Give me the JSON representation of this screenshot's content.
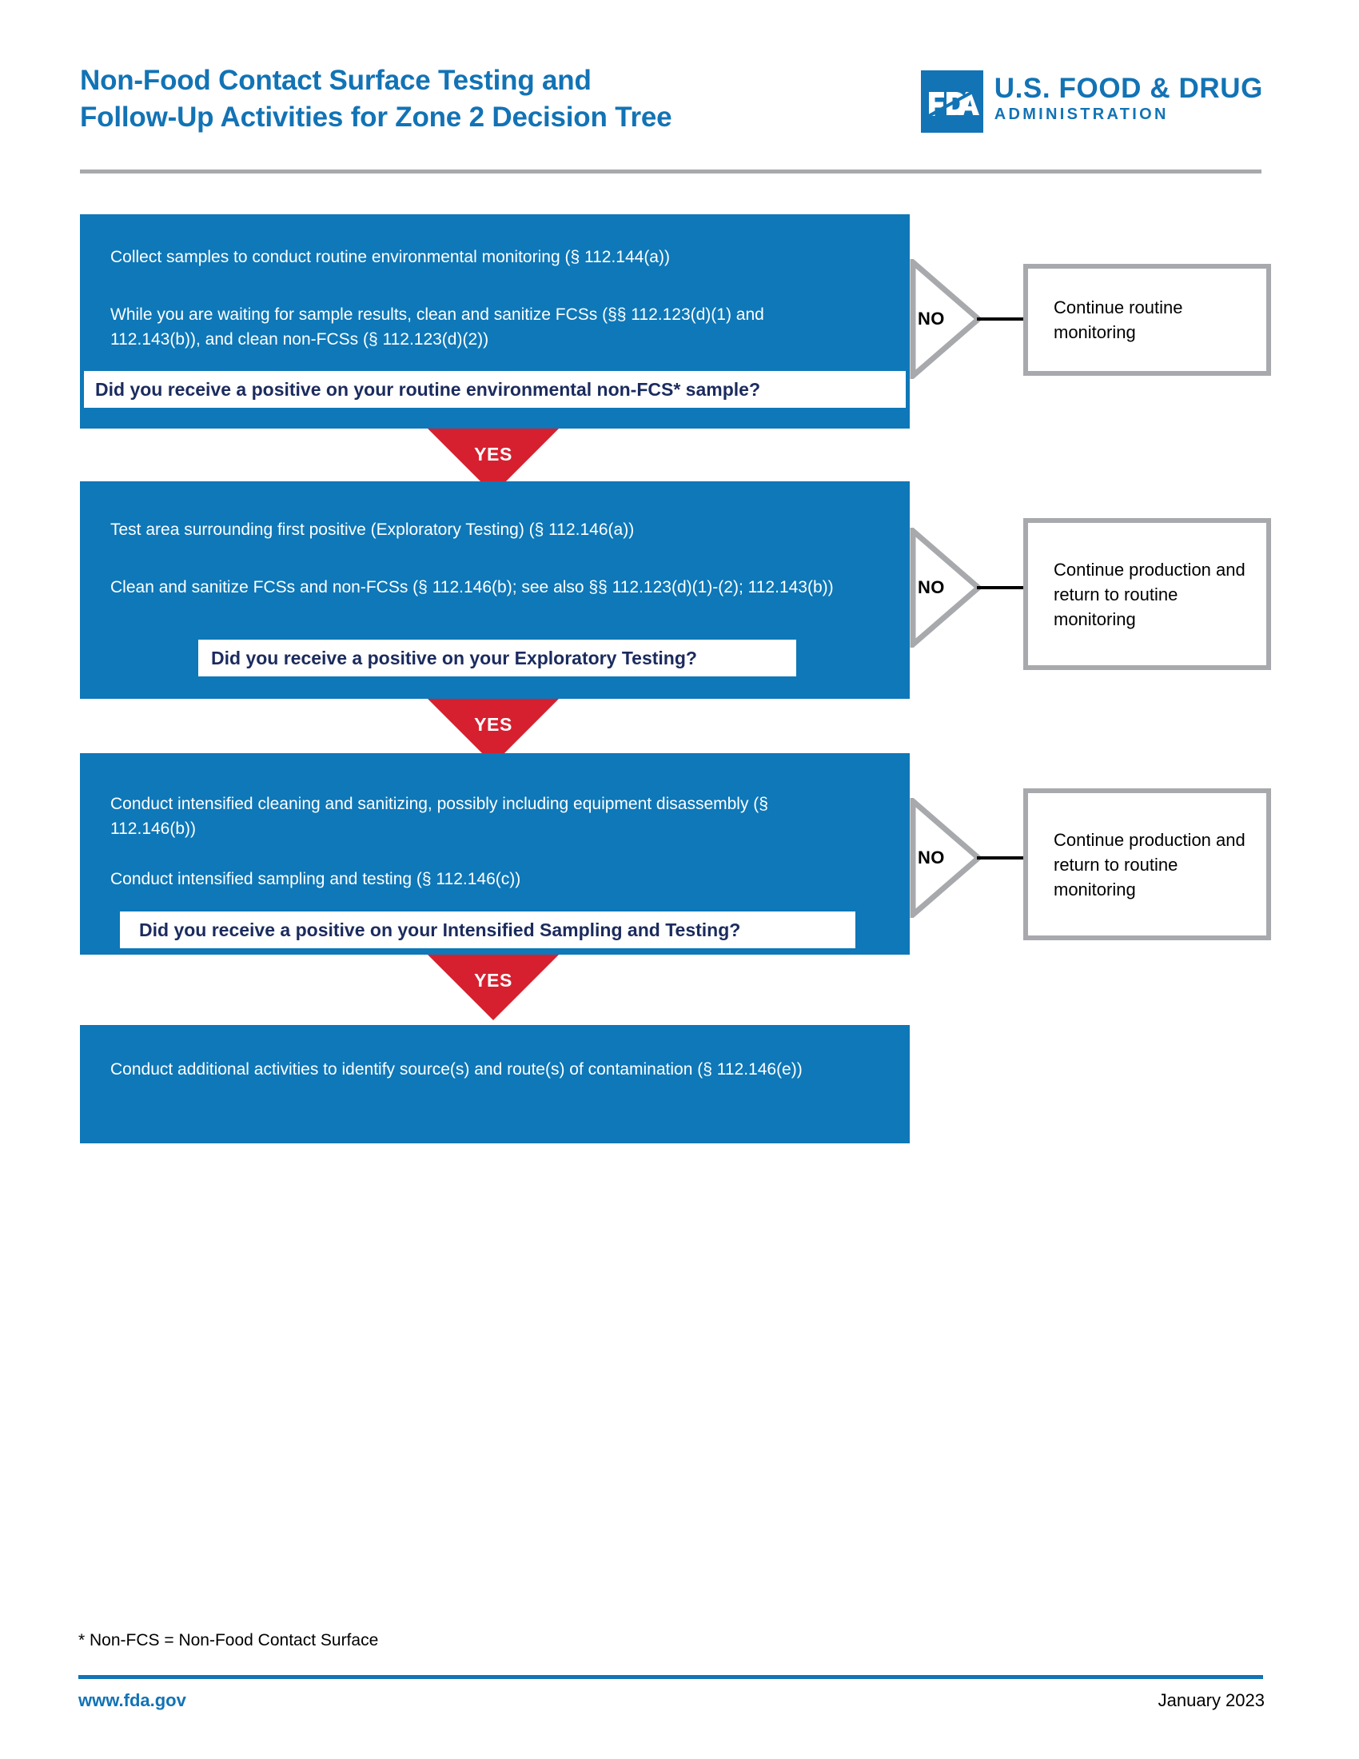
{
  "document": {
    "title_line1": "Non-Food Contact Surface Testing and",
    "title_line2": "Follow-Up Activities for Zone 2 Decision Tree"
  },
  "logo": {
    "mark_text": "FDA",
    "line1": "U.S. FOOD & DRUG",
    "line2": "ADMINISTRATION"
  },
  "colors": {
    "brand_blue": "#1273B5",
    "box_blue": "#0E78B8",
    "yes_red": "#D6202F",
    "gray_rule": "#A7A9AC",
    "question_navy": "#1B2B5E"
  },
  "flow": {
    "steps": [
      {
        "id": "step-1",
        "paragraphs": [
          "Collect samples to conduct routine environmental monitoring (§ 112.144(a))",
          "While you are waiting for sample results, clean and sanitize FCSs (§§ 112.123(d)(1) and 112.143(b)), and clean non-FCSs (§ 112.123(d)(2))"
        ],
        "question": "Did you receive a positive on your routine environmental non-FCS* sample?",
        "no_label": "NO",
        "yes_label": "YES",
        "outcome": "Continue routine monitoring"
      },
      {
        "id": "step-2",
        "paragraphs": [
          "Test area surrounding first positive (Exploratory Testing) (§ 112.146(a))",
          "Clean and sanitize FCSs and non-FCSs (§ 112.146(b); see also §§ 112.123(d)(1)-(2); 112.143(b))"
        ],
        "question": "Did you receive a positive on your Exploratory Testing?",
        "no_label": "NO",
        "yes_label": "YES",
        "outcome": "Continue production and return to routine monitoring"
      },
      {
        "id": "step-3",
        "paragraphs": [
          "Conduct intensified cleaning and sanitizing, possibly including equipment disassembly (§ 112.146(b))",
          "Conduct intensified sampling and testing (§ 112.146(c))"
        ],
        "question": "Did you receive a positive on your Intensified Sampling and Testing?",
        "no_label": "NO",
        "yes_label": "YES",
        "outcome": "Continue production and return to routine monitoring"
      },
      {
        "id": "step-4",
        "paragraphs": [
          "Conduct additional activities to identify source(s) and route(s) of contamination (§ 112.146(e))"
        ],
        "question": null,
        "no_label": null,
        "yes_label": null,
        "outcome": null
      }
    ]
  },
  "footnote": "* Non-FCS = Non-Food Contact Surface",
  "footer": {
    "url": "www.fda.gov",
    "date": "January 2023"
  }
}
